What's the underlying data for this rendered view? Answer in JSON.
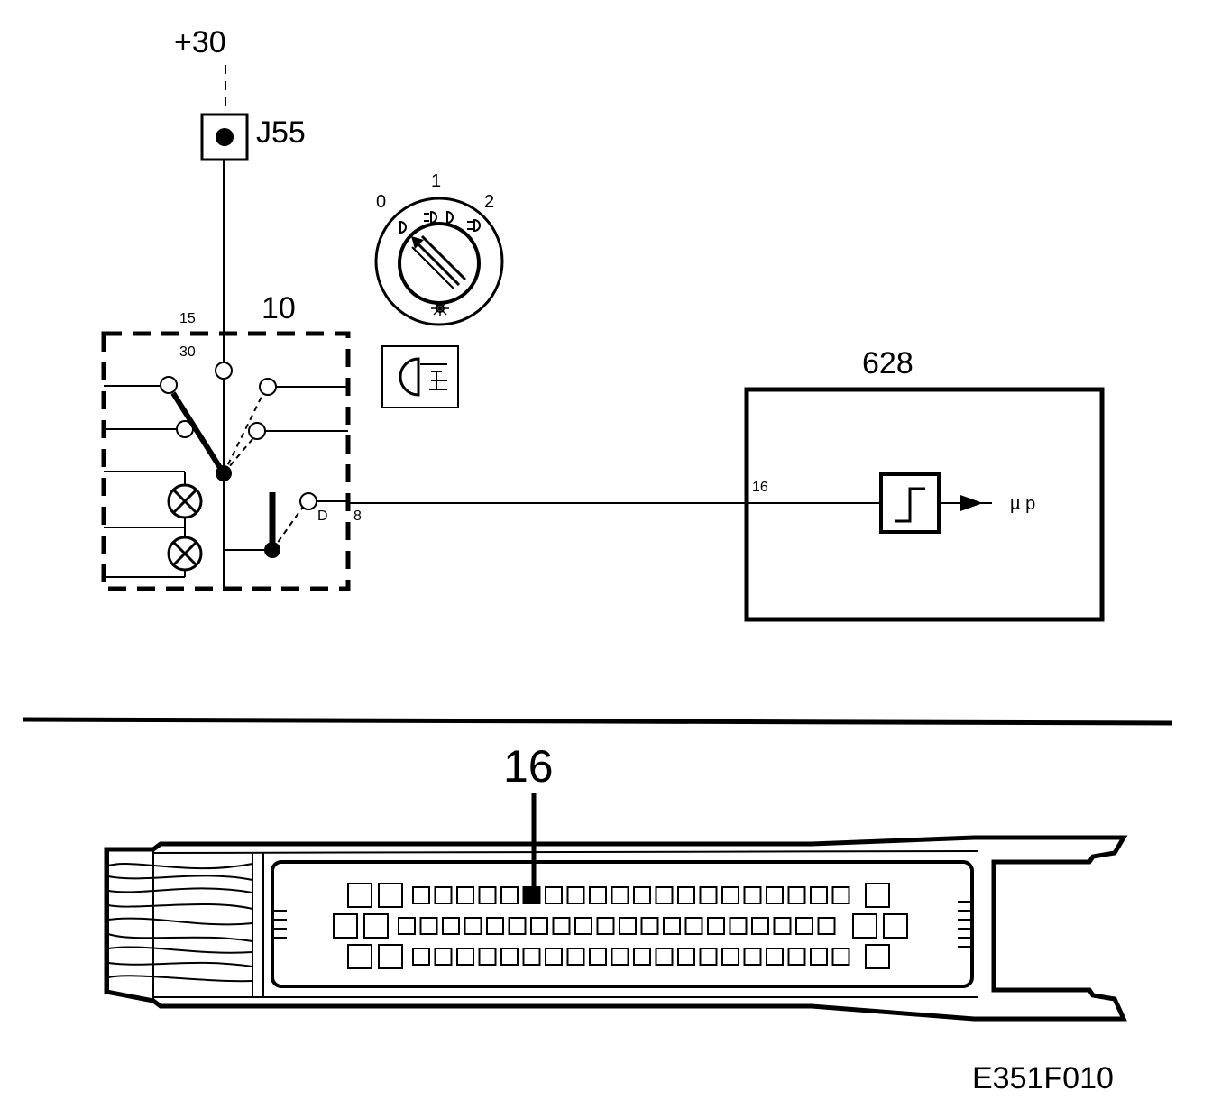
{
  "supply": {
    "label": "+30"
  },
  "junction": {
    "label": "J55"
  },
  "light_switch": {
    "label": "10",
    "terminal_15": "15",
    "terminal_30": "30",
    "position_0": "0",
    "position_1": "1",
    "position_2": "2",
    "output_pin_letter": "D",
    "output_pin_number": "8"
  },
  "control_module": {
    "label": "628",
    "input_pin": "16",
    "output_label": "µ p"
  },
  "connector": {
    "callout": "16"
  },
  "figure_id": "E351F010"
}
